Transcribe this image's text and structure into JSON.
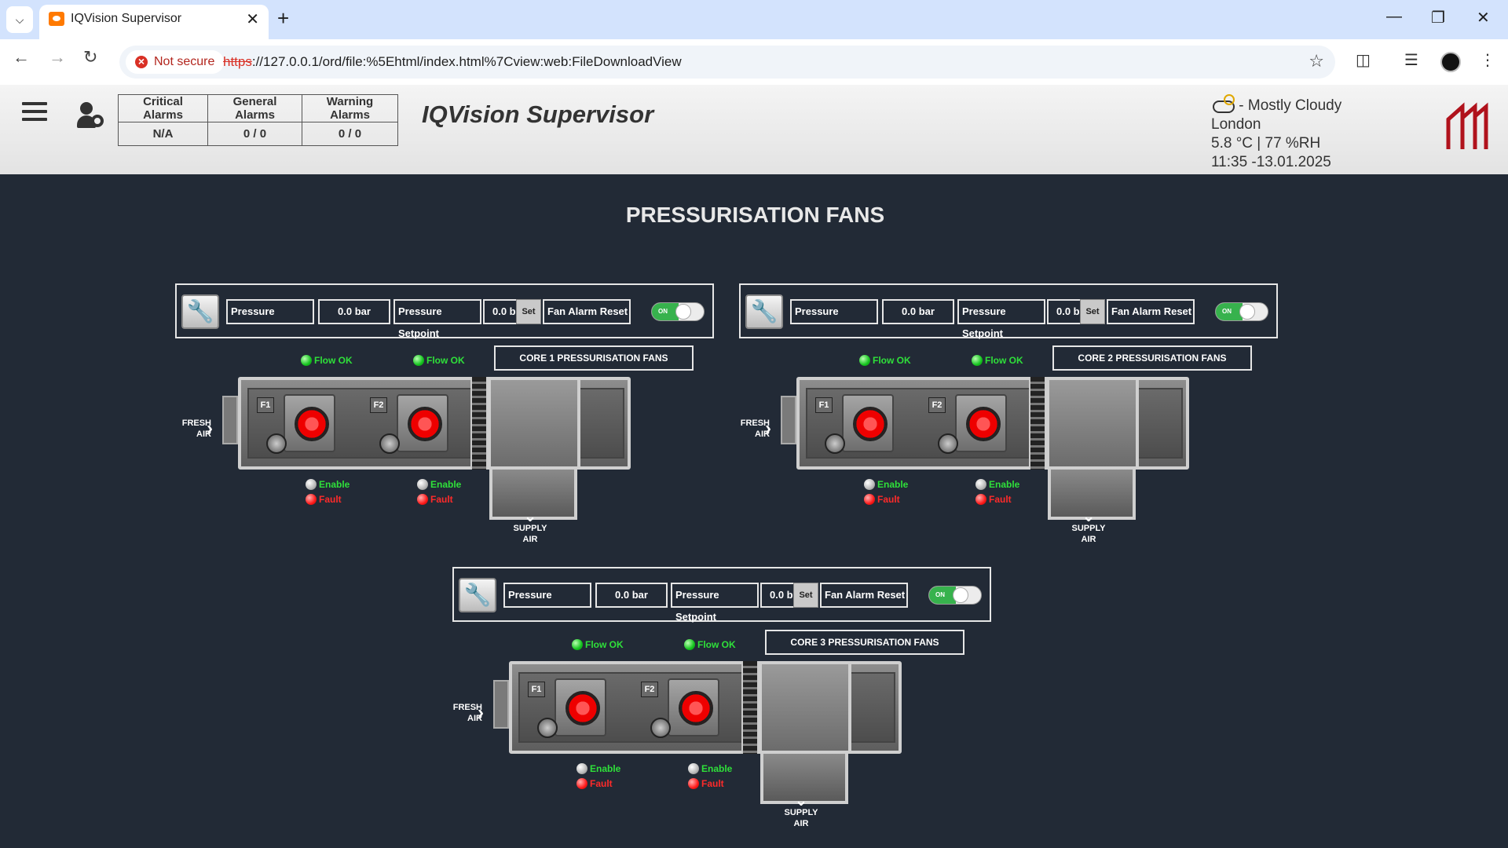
{
  "browser": {
    "tab_title": "IQVision Supervisor",
    "new_tab_glyph": "+",
    "close_glyph": "✕",
    "not_secure": "Not secure",
    "url_scheme": "https",
    "url_rest": "://127.0.0.1/ord/file:%5Ehtml/index.html%7Cview:web:FileDownloadView",
    "icons": [
      "chevron-down-icon",
      "back-arrow-icon",
      "forward-arrow-icon",
      "reload-icon",
      "star-icon",
      "extensions-icon",
      "media-icon",
      "profile-avatar",
      "more-menu-icon",
      "minimize-icon",
      "restore-icon",
      "close-window-icon"
    ]
  },
  "header": {
    "title": "IQVision Supervisor",
    "alarms": {
      "headers": [
        "Critical Alarms",
        "General Alarms",
        "Warning Alarms"
      ],
      "values": [
        "N/A",
        "0 / 0",
        "0 / 0"
      ]
    },
    "weather": {
      "condition": " - Mostly Cloudy",
      "city": "London",
      "readings": "5.8 °C | 77 %RH",
      "datetime": "11:35 -13.01.2025"
    }
  },
  "main": {
    "title": "PRESSURISATION FANS",
    "labels": {
      "fresh_air_1": "FRESH",
      "fresh_air_2": "AIR",
      "supply_air_1": "SUPPLY",
      "supply_air_2": "AIR",
      "flow_ok": "Flow OK",
      "enable": "Enable",
      "fault": "Fault",
      "f1": "F1",
      "f2": "F2",
      "on": "ON",
      "set": "Set"
    },
    "cores": [
      {
        "name": "CORE 1 PRESSURISATION FANS",
        "pressure_label": "Pressure",
        "pressure_value": "0.0 bar",
        "setpoint_label": "Pressure Setpoint",
        "setpoint_value": "0.0 bar",
        "reset_label": "Fan Alarm Reset"
      },
      {
        "name": "CORE 2 PRESSURISATION FANS",
        "pressure_label": "Pressure",
        "pressure_value": "0.0 bar",
        "setpoint_label": "Pressure Setpoint",
        "setpoint_value": "0.0 bar",
        "reset_label": "Fan Alarm Reset"
      },
      {
        "name": "CORE 3 PRESSURISATION FANS",
        "pressure_label": "Pressure",
        "pressure_value": "0.0 bar",
        "setpoint_label": "Pressure Setpoint",
        "setpoint_value": "0.0 bar",
        "reset_label": "Fan Alarm Reset"
      }
    ],
    "colors": {
      "background": "#222a36",
      "flow_ok": "#2fe03a",
      "fault": "#ff2a2a",
      "toggle_on": "#37b24d"
    }
  }
}
